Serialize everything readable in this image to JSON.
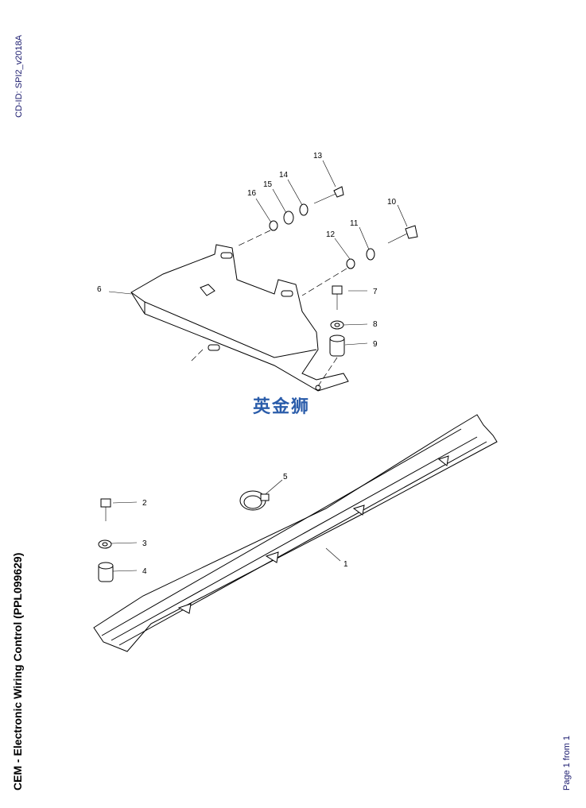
{
  "cd_id": "CD-ID: SPI2_v2018A",
  "title": "CEM - Electronic Wiring Control (PPL099629)",
  "page": "Page 1 from 1",
  "watermark": "英金狮",
  "callouts": [
    "1",
    "2",
    "3",
    "4",
    "5",
    "6",
    "7",
    "8",
    "9",
    "10",
    "11",
    "12",
    "13",
    "14",
    "15",
    "16"
  ]
}
